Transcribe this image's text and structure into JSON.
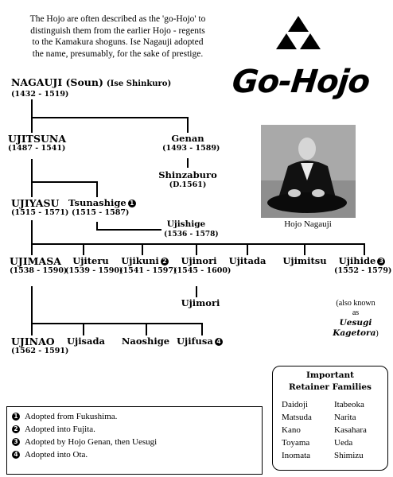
{
  "intro": [
    "The Hojo are often described as the 'go-Hojo' to",
    "distinguish them from the earlier Hojo - regents",
    "to the Kamakura shoguns. Ise Nagauji adopted",
    "the name, presumably, for the sake of prestige."
  ],
  "big_title": "Go-Hojo",
  "photo_caption": "Hojo Nagauji",
  "persons": {
    "nagauji": {
      "name": "NAGAUJI (Soun)",
      "alias": "(Ise Shinkuro)",
      "dates": "(1432 - 1519)"
    },
    "ujitsuna": {
      "name": "UJITSUNA",
      "dates": "(1487 - 1541)"
    },
    "genan": {
      "name": "Genan",
      "dates": "(1493 - 1589)"
    },
    "shinzaburo": {
      "name": "Shinzaburo",
      "dates": "(D.1561)"
    },
    "ujiyasu": {
      "name": "UJIYASU",
      "dates": "(1515 - 1571)"
    },
    "tsunashige": {
      "name": "Tsunashige",
      "badge": "1",
      "dates": "(1515 - 1587)"
    },
    "ujishige": {
      "name": "Ujishige",
      "dates": "(1536 - 1578)"
    },
    "ujimasa": {
      "name": "UJIMASA",
      "dates": "(1538 - 1590)"
    },
    "ujiteru": {
      "name": "Ujiteru",
      "dates": "(1539 - 1590)"
    },
    "ujikuni": {
      "name": "Ujikuni",
      "badge": "2",
      "dates": "(1541 - 1597)"
    },
    "ujinori": {
      "name": "Ujinori",
      "dates": "(1545 - 1600)"
    },
    "ujitada": {
      "name": "Ujitada"
    },
    "ujimitsu": {
      "name": "Ujimitsu"
    },
    "ujihide": {
      "name": "Ujihide",
      "badge": "3",
      "dates": "(1552 - 1579)"
    },
    "ujimori": {
      "name": "Ujimori"
    },
    "ujinao": {
      "name": "UJINAO",
      "dates": "(1562 - 1591)"
    },
    "ujisada": {
      "name": "Ujisada"
    },
    "naoshige": {
      "name": "Naoshige"
    },
    "ujifusa": {
      "name": "Ujifusa",
      "badge": "4"
    }
  },
  "aka": {
    "line1": "(also known",
    "line2": "as",
    "name1": "Uesugi",
    "name2": "Kagetora",
    "close": ")"
  },
  "notes": [
    {
      "num": "1",
      "text": "Adopted from Fukushima."
    },
    {
      "num": "2",
      "text": "Adopted into Fujita."
    },
    {
      "num": "3",
      "text": "Adopted by Hojo Genan, then Uesugi"
    },
    {
      "num": "4",
      "text": "Adopted into Ota."
    }
  ],
  "retainer": {
    "title1": "Important",
    "title2": "Retainer Families",
    "families": [
      "Daidoji",
      "Itabeoka",
      "Matsuda",
      "Narita",
      "Kano",
      "Kasahara",
      "Toyama",
      "Ueda",
      "Inomata",
      "Shimizu"
    ]
  }
}
